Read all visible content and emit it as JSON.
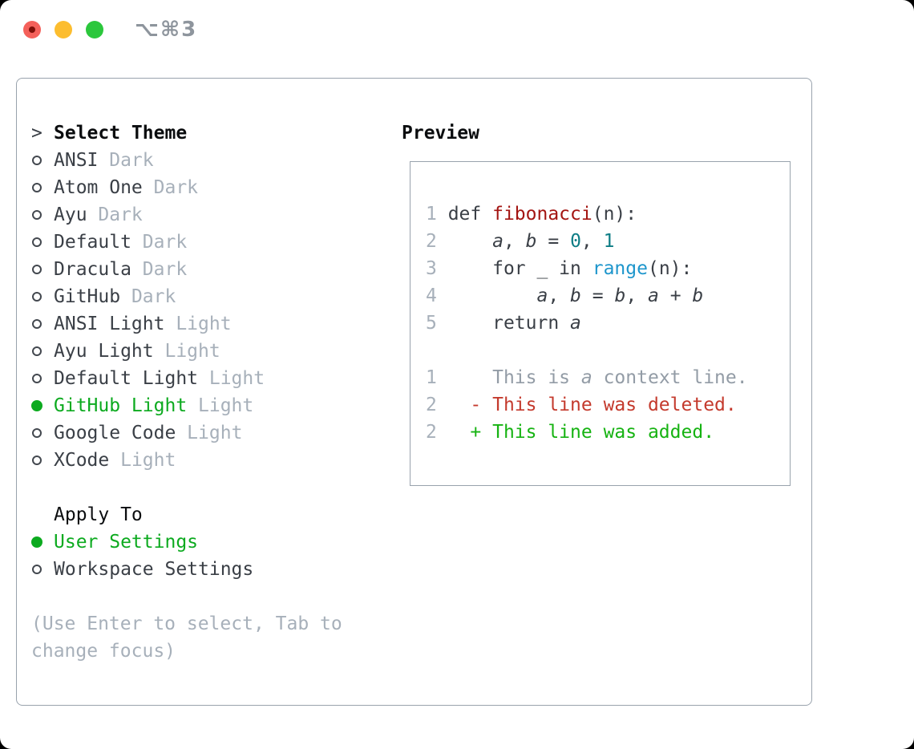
{
  "window": {
    "title": "⌥⌘3"
  },
  "icons": {
    "traffic_lights": [
      "close-icon",
      "minimize-icon",
      "zoom-icon"
    ],
    "radio_unselected": "ring-circle",
    "radio_selected": "filled-circle",
    "header_marker": ">"
  },
  "theme_picker": {
    "header": "Select Theme",
    "items": [
      {
        "name": "ANSI",
        "variant": "Dark",
        "selected": false
      },
      {
        "name": "Atom One",
        "variant": "Dark",
        "selected": false
      },
      {
        "name": "Ayu",
        "variant": "Dark",
        "selected": false
      },
      {
        "name": "Default",
        "variant": "Dark",
        "selected": false
      },
      {
        "name": "Dracula",
        "variant": "Dark",
        "selected": false
      },
      {
        "name": "GitHub",
        "variant": "Dark",
        "selected": false
      },
      {
        "name": "ANSI Light",
        "variant": "Light",
        "selected": false
      },
      {
        "name": "Ayu Light",
        "variant": "Light",
        "selected": false
      },
      {
        "name": "Default Light",
        "variant": "Light",
        "selected": false
      },
      {
        "name": "GitHub Light",
        "variant": "Light",
        "selected": true
      },
      {
        "name": "Google Code",
        "variant": "Light",
        "selected": false
      },
      {
        "name": "XCode",
        "variant": "Light",
        "selected": false
      }
    ],
    "apply_to": {
      "header": "Apply To",
      "options": [
        {
          "label": "User Settings",
          "selected": true
        },
        {
          "label": "Workspace Settings",
          "selected": false
        }
      ]
    },
    "help_lines": [
      "(Use Enter to select, Tab to",
      "change focus)"
    ]
  },
  "preview": {
    "header": "Preview",
    "lines": [
      {
        "segs": [
          {
            "t": "1 ",
            "c": "gut"
          },
          {
            "t": "def ",
            "c": "code"
          },
          {
            "t": "fibonacci",
            "c": "red"
          },
          {
            "t": "(n):",
            "c": "code"
          }
        ]
      },
      {
        "segs": [
          {
            "t": "2 ",
            "c": "gut"
          },
          {
            "t": "    ",
            "c": "code"
          },
          {
            "t": "a",
            "c": "code",
            "i": true
          },
          {
            "t": ", ",
            "c": "code"
          },
          {
            "t": "b",
            "c": "code",
            "i": true
          },
          {
            "t": " = ",
            "c": "code"
          },
          {
            "t": "0",
            "c": "teal"
          },
          {
            "t": ", ",
            "c": "code"
          },
          {
            "t": "1",
            "c": "teal"
          }
        ]
      },
      {
        "segs": [
          {
            "t": "3 ",
            "c": "gut"
          },
          {
            "t": "    for _ in ",
            "c": "code"
          },
          {
            "t": "range",
            "c": "blue"
          },
          {
            "t": "(n):",
            "c": "code"
          }
        ]
      },
      {
        "segs": [
          {
            "t": "4 ",
            "c": "gut"
          },
          {
            "t": "        ",
            "c": "code"
          },
          {
            "t": "a",
            "c": "code",
            "i": true
          },
          {
            "t": ", ",
            "c": "code"
          },
          {
            "t": "b",
            "c": "code",
            "i": true
          },
          {
            "t": " = ",
            "c": "code"
          },
          {
            "t": "b",
            "c": "code",
            "i": true
          },
          {
            "t": ", ",
            "c": "code"
          },
          {
            "t": "a",
            "c": "code",
            "i": true
          },
          {
            "t": " + ",
            "c": "code"
          },
          {
            "t": "b",
            "c": "code",
            "i": true
          }
        ]
      },
      {
        "segs": [
          {
            "t": "5 ",
            "c": "gut"
          },
          {
            "t": "    return ",
            "c": "code"
          },
          {
            "t": "a",
            "c": "code",
            "i": true
          }
        ]
      },
      {
        "segs": []
      },
      {
        "segs": [
          {
            "t": "1 ",
            "c": "gut"
          },
          {
            "t": "    This is ",
            "c": "ctx"
          },
          {
            "t": "a",
            "c": "ctx",
            "i": true
          },
          {
            "t": " context line.",
            "c": "ctx"
          }
        ]
      },
      {
        "segs": [
          {
            "t": "2 ",
            "c": "gut"
          },
          {
            "t": "  ",
            "c": "code"
          },
          {
            "t": "- This line was deleted.",
            "c": "del"
          }
        ]
      },
      {
        "segs": [
          {
            "t": "2 ",
            "c": "gut"
          },
          {
            "t": "  ",
            "c": "code"
          },
          {
            "t": "+ This line was added.",
            "c": "add"
          }
        ]
      }
    ]
  },
  "colors": {
    "panel_border": "#99a3ad",
    "heading": "#0b0d0f",
    "text_dark": "#3a3f46",
    "text_gray": "#a7b0ba",
    "ring_dark": "#43484f",
    "accent_green": "#0caa1f",
    "syntax_func_red": "#a31512",
    "syntax_num_teal": "#0e7d85",
    "syntax_call_blue": "#1e96cc",
    "diff_context_gray": "#939ca6",
    "diff_del_red": "#c43a2d",
    "diff_add_green": "#16b312",
    "tl_red": "#f4605a",
    "tl_red_dot": "#7e0f08",
    "tl_yellow": "#fcbd2f",
    "tl_green": "#2bc73c",
    "title_gray": "#8e959d"
  }
}
